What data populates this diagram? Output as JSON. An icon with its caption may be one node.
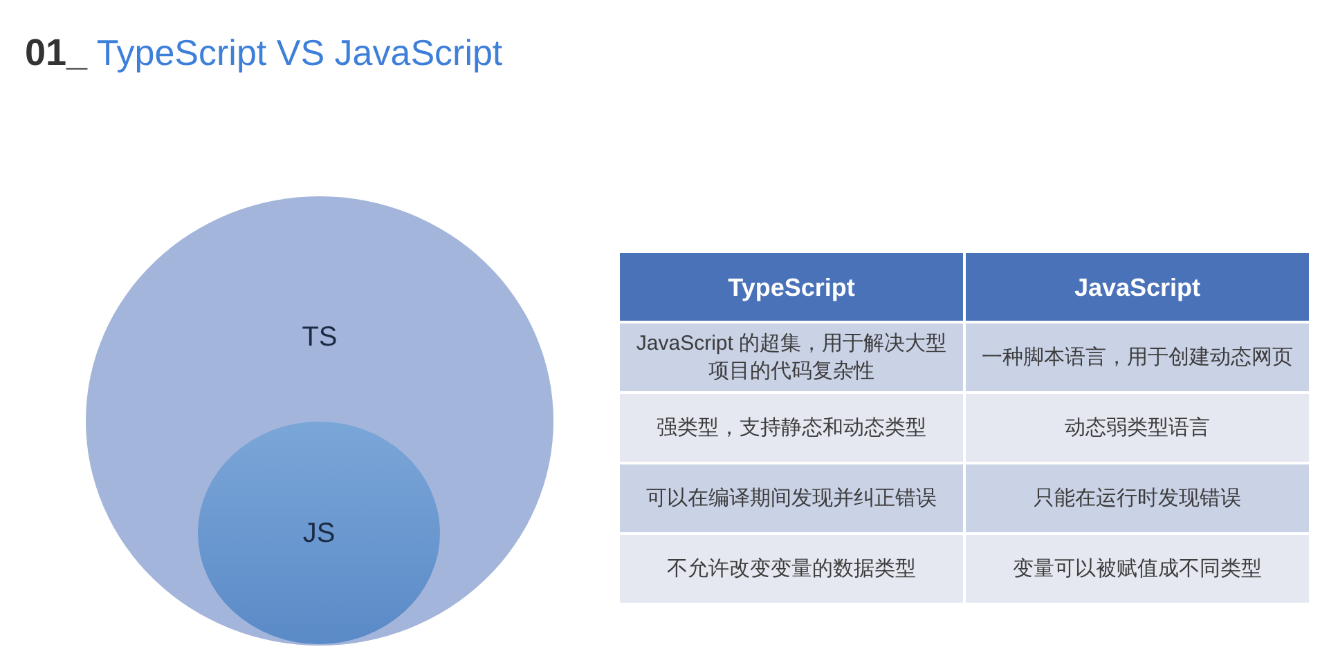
{
  "diagram": {
    "title": "**01_** TypeScript VS JavaScript",
    "nodes": [
      {
        "text": [
          "TS"
        ]
      },
      {
        "text": [
          "JS"
        ],
        "in": 0
      }
    ],
    "labels": [
      "TypeScript",
      "JavaScript",
      "JavaScript 的超集，用于解决大型项目的代码复杂性",
      "一种脚本语言，用于创建动态网页",
      "强类型，支持静态和动态类型",
      "动态弱类型语言",
      "可以在编译期间发现并纠正错误",
      "只能在运行时发现错误",
      "不允许改变变量的数据类型",
      "变量可以被赋值成不同类型"
    ]
  }
}
